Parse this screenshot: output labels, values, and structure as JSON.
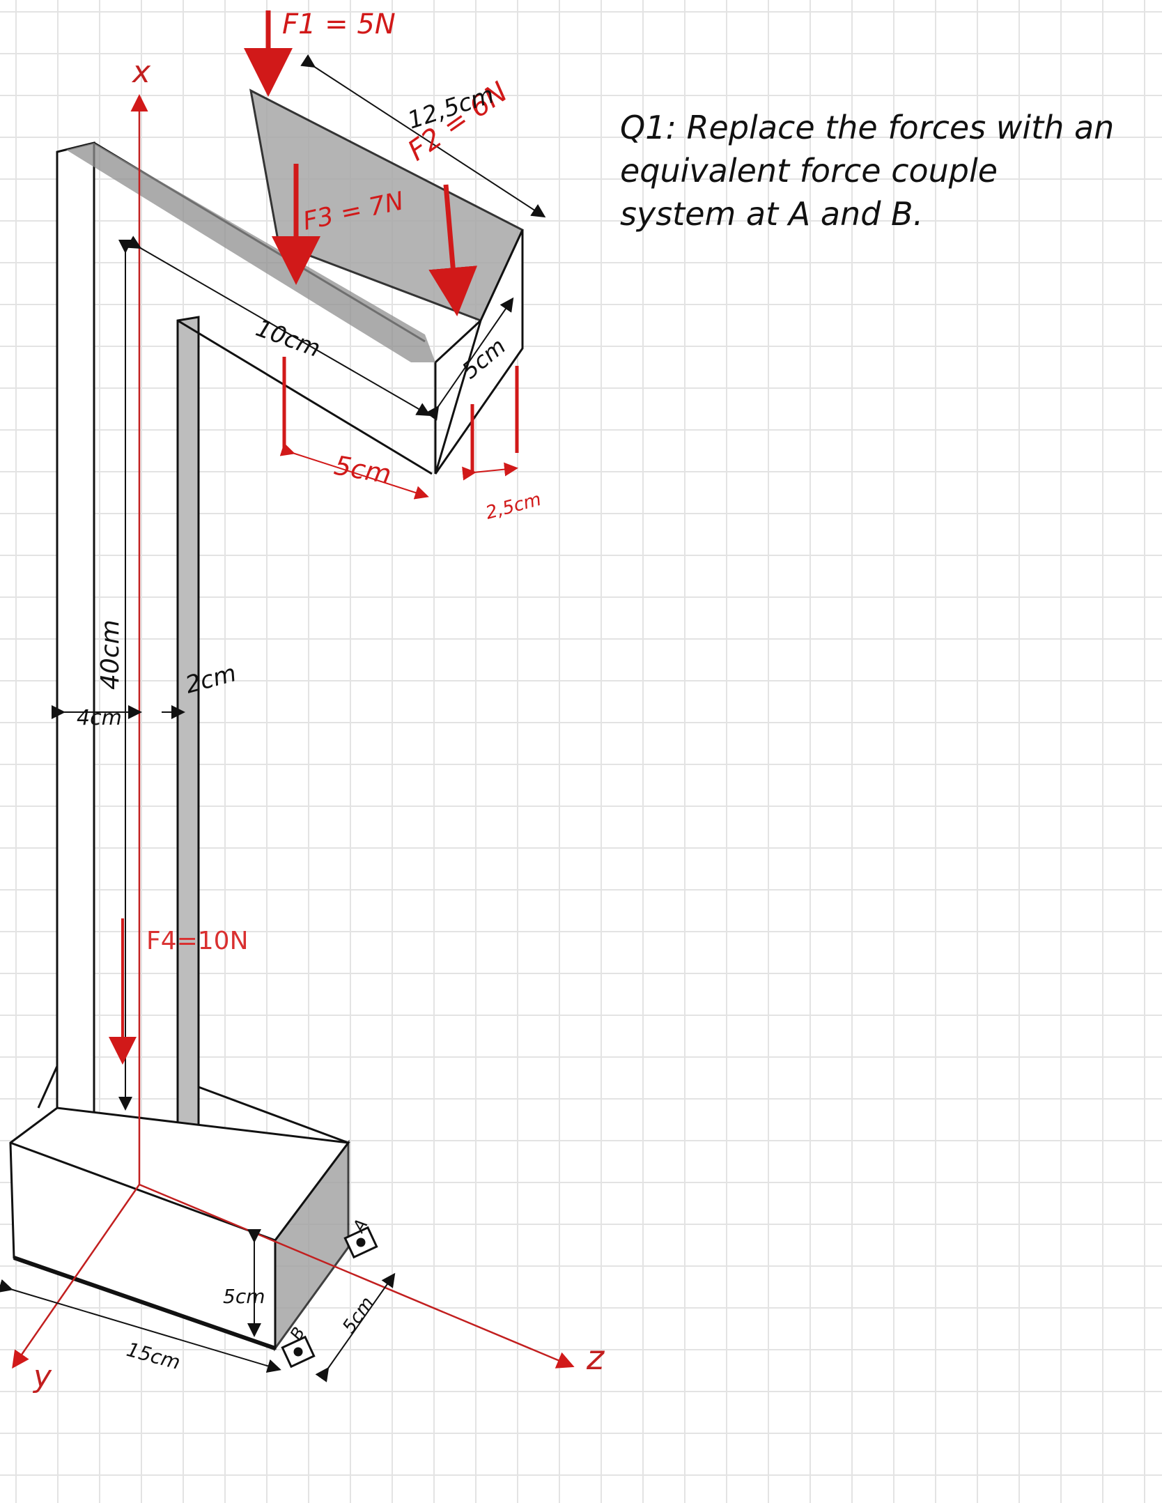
{
  "question": "Q1: Replace the forces with an equivalent force couple system at A and B.",
  "forces": {
    "f1": "F1 = 5N",
    "f2": "F2 = 6N",
    "f3": "F3 = 7N",
    "f4": "F4=10N"
  },
  "dimensions": {
    "top_length": "12,5cm",
    "arm_length": "10cm",
    "offset_5": "5cm",
    "depth_5": "5cm",
    "offset_25": "2,5cm",
    "height_40": "40cm",
    "width_4": "4cm",
    "thickness_2": "2cm",
    "base_height": "5cm",
    "base_length": "15cm",
    "base_depth": "5cm"
  },
  "axes": {
    "x": "x",
    "y": "y",
    "z": "z"
  },
  "supports": {
    "a": "A",
    "b": "B"
  },
  "colors": {
    "force": "#d11919",
    "ink": "#111111",
    "shade": "#9a9a9a",
    "grid": "#e3e3e3"
  }
}
